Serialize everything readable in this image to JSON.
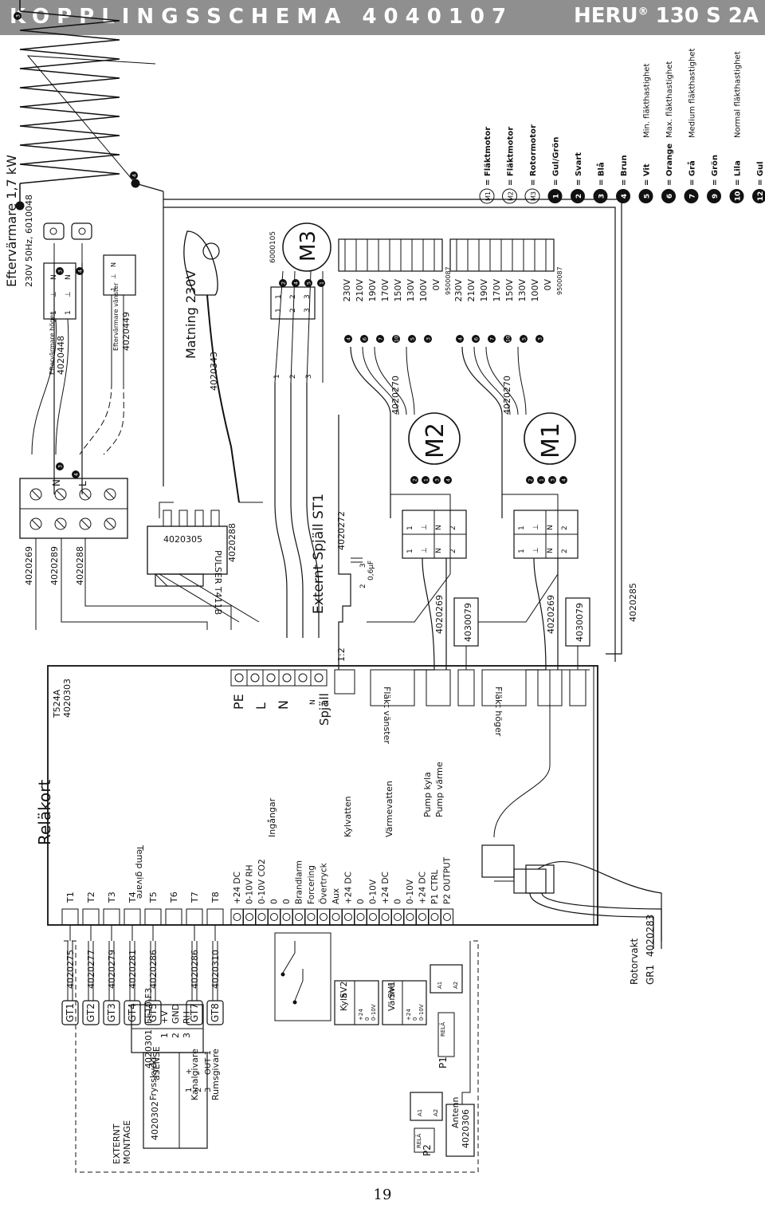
{
  "header": {
    "title": "KOPPLINGSSCHEMA 4040107",
    "model_prefix": "HERU",
    "model_reg": "®",
    "model_suffix": "130 S 2A"
  },
  "page_number": "19",
  "legend": [
    {
      "mark": "M1",
      "text": "= Fläktmotor",
      "detail": "",
      "circled": true
    },
    {
      "mark": "M2",
      "text": "= Fläktmotor",
      "detail": "",
      "circled": true
    },
    {
      "mark": "M3",
      "text": "= Rotormotor",
      "detail": "",
      "circled": true
    },
    {
      "mark": "1",
      "text": "= Gul/Grön",
      "detail": ""
    },
    {
      "mark": "2",
      "text": "= Svart",
      "detail": ""
    },
    {
      "mark": "3",
      "text": "= Blå",
      "detail": ""
    },
    {
      "mark": "4",
      "text": "= Brun",
      "detail": ""
    },
    {
      "mark": "5",
      "text": "= Vit",
      "detail": "Min. fläkthastighet"
    },
    {
      "mark": "6",
      "text": "= Orange",
      "detail": "Max. fläkthastighet"
    },
    {
      "mark": "7",
      "text": "= Grå",
      "detail": "Medium fläkthastighet"
    },
    {
      "mark": "9",
      "text": "= Grön",
      "detail": ""
    },
    {
      "mark": "10",
      "text": "= Lila",
      "detail": "Normal fläkthastighet"
    },
    {
      "mark": "12",
      "text": "= Gul",
      "detail": ""
    }
  ],
  "heater": {
    "title": "Eftervärmare 1,7 kW",
    "spec": "230V 50Hz, 6010048",
    "right_label": "Eftervärmare höger",
    "right_part": "4020448",
    "left_label": "Eftervärmare vänster",
    "left_part": "4020449",
    "wire_n": "N",
    "wire_l": "L"
  },
  "terminal_block": {
    "parts": [
      "4020269",
      "4020289",
      "4020288"
    ]
  },
  "pulser": {
    "name": "PULSER T411B",
    "part": "4020305",
    "cable": "4020288"
  },
  "mains": {
    "label": "Matning 230V",
    "part": "4020343"
  },
  "damper": {
    "label": "Externt Spjäll ST1",
    "part": "4020272",
    "ratio": "1:2",
    "capacitor": "0,6μF",
    "pins": [
      "2",
      "3"
    ]
  },
  "rotor_motor": {
    "label": "M3",
    "part": "6000105"
  },
  "transformers": [
    {
      "part": "9500087",
      "taps": [
        "230V",
        "210V",
        "190V",
        "170V",
        "150V",
        "130V",
        "100V",
        "0V"
      ]
    },
    {
      "part": "9500087",
      "taps": [
        "230V",
        "210V",
        "190V",
        "170V",
        "150V",
        "130V",
        "100V",
        "0V"
      ]
    }
  ],
  "fans": [
    {
      "label": "M2",
      "cable": "4020270",
      "connector": "4020269",
      "capacitor": "4030079",
      "group": "Fläkt vänster"
    },
    {
      "label": "M1",
      "cable": "4020270",
      "connector": "4020269",
      "capacitor": "4030079",
      "group": "Fläkt höger"
    }
  ],
  "fan_cable": "4020285",
  "relay_card": {
    "title": "Reläkort",
    "model": "T524A",
    "part": "4020303",
    "power_terms": [
      "PE",
      "L",
      "N"
    ],
    "damper_terms": [
      "Spjäll",
      "N",
      "L"
    ],
    "temp_group": "Temp givare",
    "sensor_terms": [
      "T1",
      "T2",
      "T3",
      "T4",
      "T5",
      "T6",
      "T7",
      "T8"
    ],
    "io_terms": [
      "+24 DC",
      "0-10V RH",
      "0-10V CO2",
      "0",
      "0",
      "Brandlarm",
      "Forcering",
      "Övertryck",
      "Aux",
      "+24 DC",
      "0",
      "0-10V",
      "+24 DC",
      "0",
      "0-10V",
      "+24 DC",
      "P1 CTRL",
      "P2 OUTPUT"
    ],
    "io_groups": [
      "Ingångar",
      "Kylvatten",
      "Värmevatten",
      "Pump kyla",
      "Pump värme"
    ]
  },
  "sensors": [
    {
      "id": "GT1",
      "part": "4020275",
      "desc": ""
    },
    {
      "id": "GT2",
      "part": "4020277",
      "desc": ""
    },
    {
      "id": "GT3",
      "part": "4020279",
      "desc": ""
    },
    {
      "id": "GT4",
      "part": "4020281",
      "desc": ""
    },
    {
      "id": "GT5",
      "part": "4020286",
      "desc": "Frysskydd"
    },
    {
      "id": "GT7",
      "part": "4020286",
      "desc": "Kanalgivare"
    },
    {
      "id": "GT8",
      "part": "4020310",
      "desc": "Rumsgivare"
    }
  ],
  "external": {
    "title_1": "EXTERNT",
    "title_2": "MONTAGE",
    "ee10": {
      "name": "EE10-F3",
      "rows": [
        [
          "+V",
          "1"
        ],
        [
          "GND",
          "2"
        ],
        [
          "RH",
          "3"
        ]
      ],
      "part": "4020301"
    },
    "asense": {
      "name": "aSENSE",
      "rows": [
        [
          "+",
          "1"
        ],
        [
          "-",
          "2"
        ],
        [
          "OUT 1",
          "3"
        ]
      ],
      "part": "4020302"
    },
    "sv2": {
      "name": "SV2",
      "sub": "Kyla",
      "pins": [
        "+24",
        "0",
        "0-10V"
      ]
    },
    "sv1": {
      "name": "SV1",
      "sub": "Värme",
      "pins": [
        "+24",
        "0",
        "0-10V"
      ]
    },
    "p1": {
      "name": "P1",
      "relay": "RELÄ",
      "a1": "A1",
      "a2": "A2"
    },
    "p2": {
      "name": "P2",
      "relay": "RELÄ",
      "a1": "A1",
      "a2": "A2"
    },
    "antenna": {
      "name": "Antenn",
      "part": "4020306"
    }
  },
  "rotor_guard": {
    "label": "Rotorvakt",
    "id": "GR1",
    "part": "4020283"
  },
  "wire_codes": {
    "heater_top": "3",
    "heater_right": "4",
    "heater_n": "3",
    "heater_l": "4",
    "rotor": [
      "2",
      "4",
      "5",
      "1"
    ],
    "m2": [
      "2",
      "1",
      "3",
      "4"
    ],
    "m1": [
      "2",
      "1",
      "3",
      "4"
    ],
    "t1_taps": [
      "4",
      "6",
      "7",
      "10",
      "5",
      "3"
    ],
    "t2_taps": [
      "4",
      "6",
      "7",
      "10",
      "5",
      "3"
    ]
  },
  "plug_pins": {
    "rotor_a": [
      "1",
      "2",
      "3"
    ],
    "rotor_b": [
      "1",
      "2",
      "3"
    ],
    "heater_top": [
      "1",
      "⊥",
      "N"
    ],
    "heater_bottom": [
      "1",
      "⊥",
      "N"
    ],
    "fan": [
      "1",
      "⊥",
      "N",
      "2"
    ]
  }
}
